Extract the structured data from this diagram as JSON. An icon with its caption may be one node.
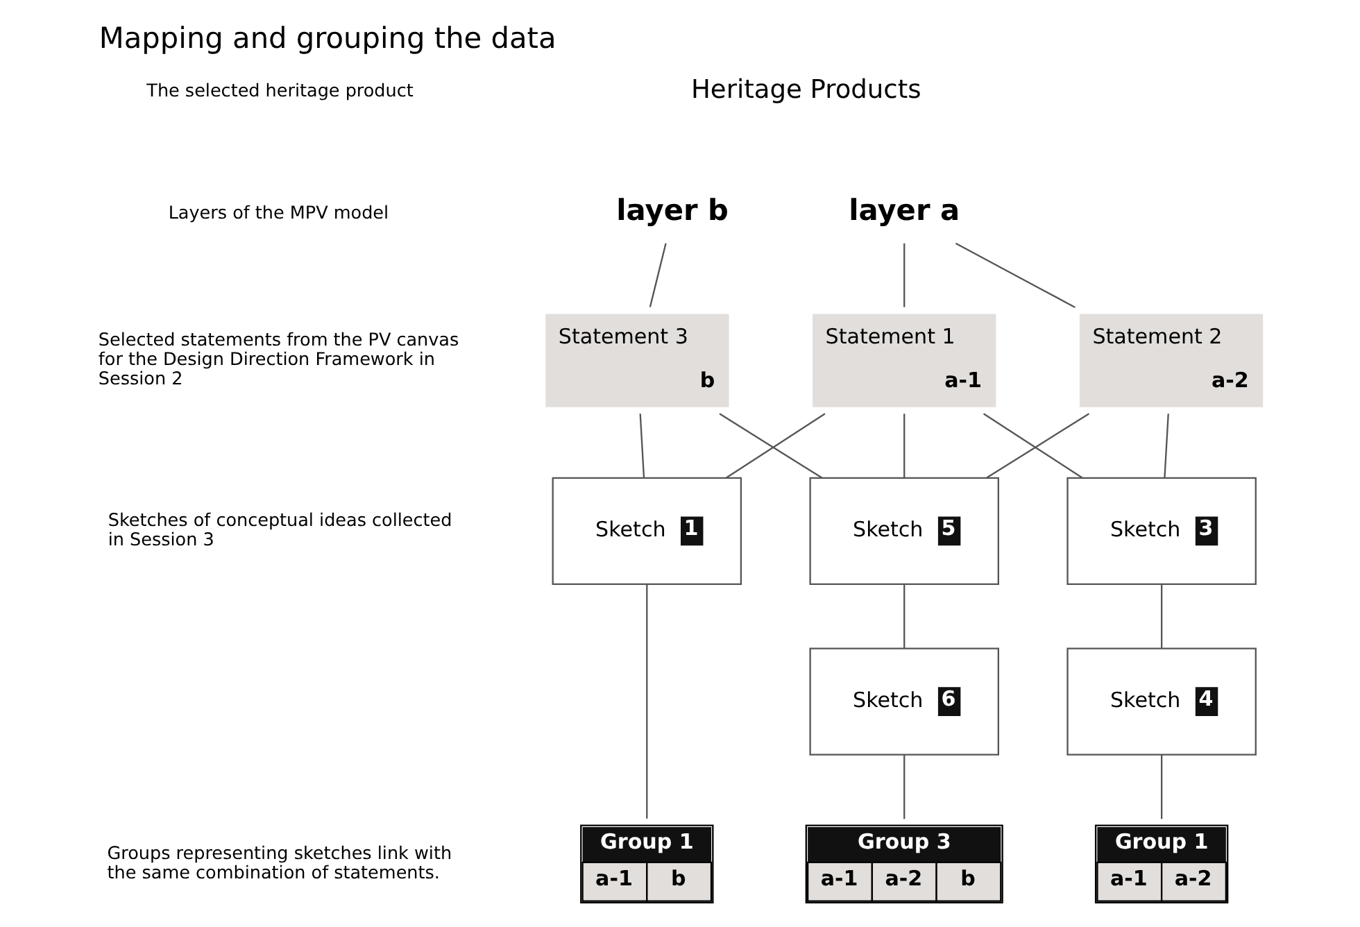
{
  "diagram": {
    "title": "Mapping and grouping the data",
    "nodes": [
      {
        "text": [
          "layer a"
        ]
      },
      {
        "text": [
          "layer b"
        ]
      },
      {
        "text": [
          "Statement 1",
          "a-1"
        ]
      },
      {
        "text": [
          "Statement 2",
          "a-2"
        ]
      },
      {
        "text": [
          "Statement 3",
          "b"
        ]
      },
      {
        "text": [
          "Sketch",
          "3"
        ]
      },
      {
        "text": [
          "Sketch",
          "1"
        ]
      },
      {
        "text": [
          "Sketch",
          "5"
        ]
      },
      {
        "text": [
          "Sketch",
          "4"
        ]
      },
      {
        "text": [
          "Sketch",
          "6"
        ]
      },
      {
        "text": [
          "Group 1",
          "a-1",
          "a-2"
        ]
      },
      {
        "text": [
          "Group 1",
          "a-1",
          "b"
        ]
      },
      {
        "text": [
          "Group 3",
          "a-1",
          "a-2",
          "b"
        ]
      }
    ],
    "edges": [
      {
        "from": 0,
        "to": 2,
        "arrow": "none"
      },
      {
        "from": 0,
        "to": 3,
        "arrow": "none"
      },
      {
        "from": 1,
        "to": 4,
        "arrow": "none"
      },
      {
        "from": 2,
        "to": 5,
        "arrow": "none"
      },
      {
        "from": 2,
        "to": 6,
        "arrow": "none"
      },
      {
        "from": 2,
        "to": 7,
        "arrow": "none"
      },
      {
        "from": 3,
        "to": 5,
        "arrow": "none"
      },
      {
        "from": 3,
        "to": 7,
        "arrow": "none"
      },
      {
        "from": 4,
        "to": 6,
        "arrow": "none"
      },
      {
        "from": 4,
        "to": 7,
        "arrow": "none"
      },
      {
        "from": 5,
        "to": 8,
        "arrow": "none"
      },
      {
        "from": 7,
        "to": 9,
        "arrow": "none"
      },
      {
        "from": 8,
        "to": 10,
        "arrow": "none"
      },
      {
        "from": 6,
        "to": 11,
        "arrow": "none"
      },
      {
        "from": 9,
        "to": 12,
        "arrow": "none"
      }
    ],
    "labels": [
      "The selected heritage product",
      "Heritage Products",
      "Layers of the MPV model",
      "Selected statements from the PV canvas for the Design Direction Framework in Session 2",
      "Sketches of conceptual ideas collected in Session 3",
      "Groups representing sketches link with the same combination of statements."
    ]
  }
}
